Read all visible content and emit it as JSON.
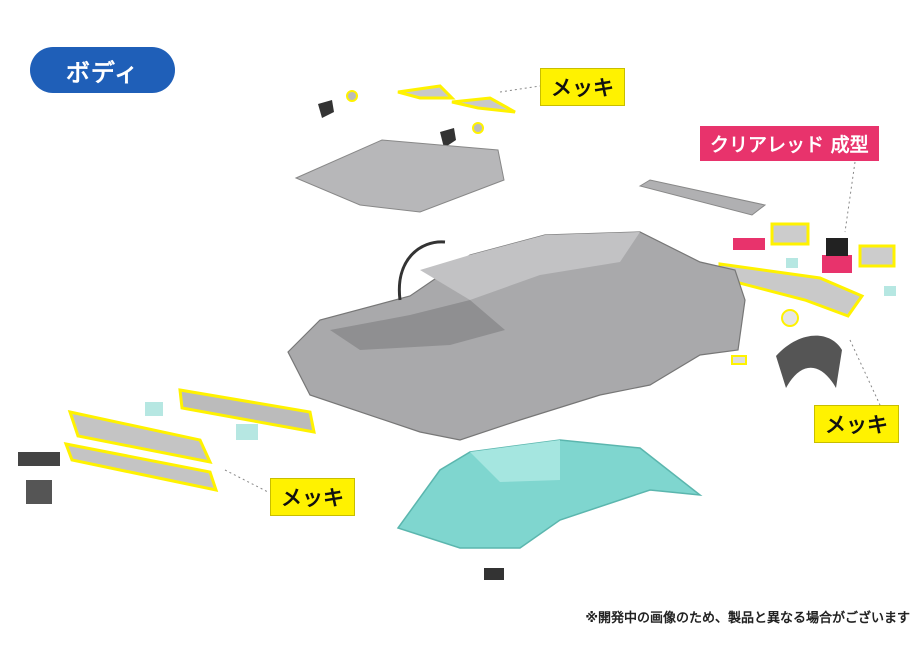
{
  "title": "ボディ",
  "labels": {
    "chrome_top": "メッキ",
    "clear_red": "クリアレッド 成型",
    "chrome_right": "メッキ",
    "chrome_left": "メッキ"
  },
  "footnote": "※開発中の画像のため、製品と異なる場合がございます",
  "colors": {
    "title_bg": "#1f5fb8",
    "chrome_highlight": "#fff200",
    "clear_red": "#e8336c",
    "body_gray": "#a9a9ab",
    "clear_glass": "#7fd6cf"
  }
}
